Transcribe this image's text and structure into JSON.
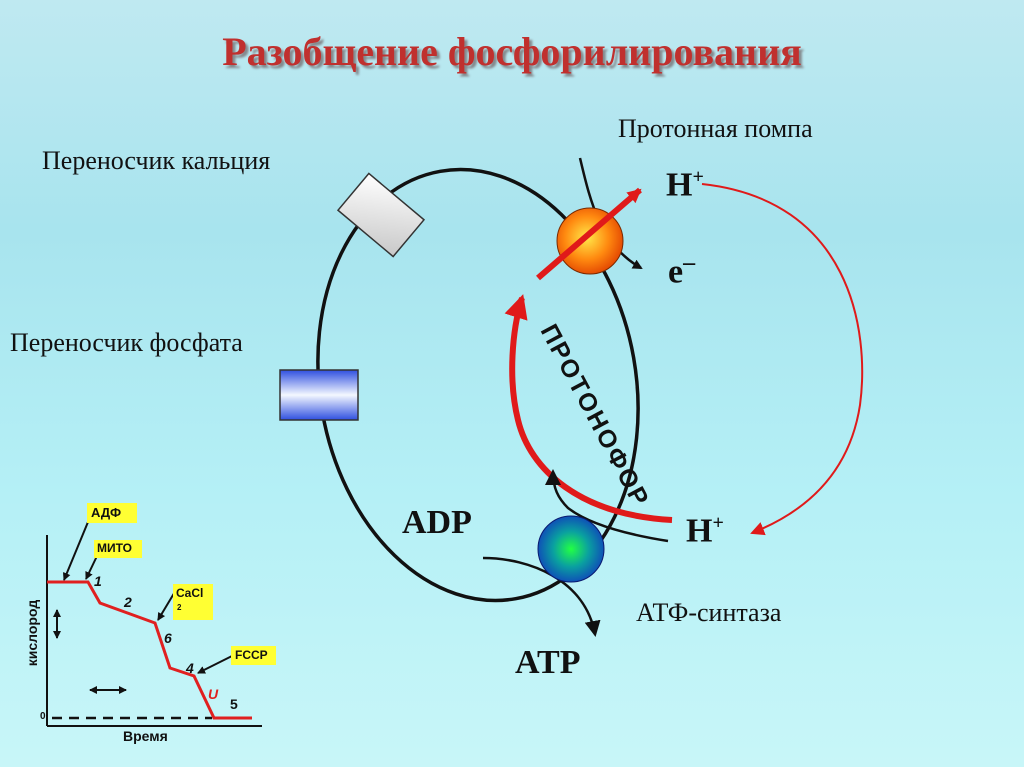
{
  "title": "Разобщение фосфорилирования",
  "labels": {
    "proton_pump": "Протонная помпа",
    "calcium_carrier": "Переносчик кальция",
    "phosphate_carrier": "Переносчик фосфата",
    "h_plus_top": "H",
    "h_plus_bottom": "H",
    "plus": "+",
    "electron": "e",
    "electron_sign": "–",
    "adp": "ADP",
    "atp": "ATP",
    "atp_synthase": "АТФ-синтаза",
    "protonophore": "ПРОТОНОФОР"
  },
  "graph": {
    "ylabel": "кислород",
    "xlabel": "Время",
    "zero": "0",
    "callouts": {
      "adf": "АДФ",
      "mito": "МИТО",
      "cacl": "CaCl",
      "cacl_sub": "2",
      "fccp": "FCCP"
    },
    "segments": [
      "1",
      "2",
      "6",
      "4",
      "U",
      "5"
    ]
  },
  "colors": {
    "title": "#c0302e",
    "red_arrow": "#e01a1a",
    "trace": "#e02020",
    "callout_bg": "#ffff33"
  }
}
